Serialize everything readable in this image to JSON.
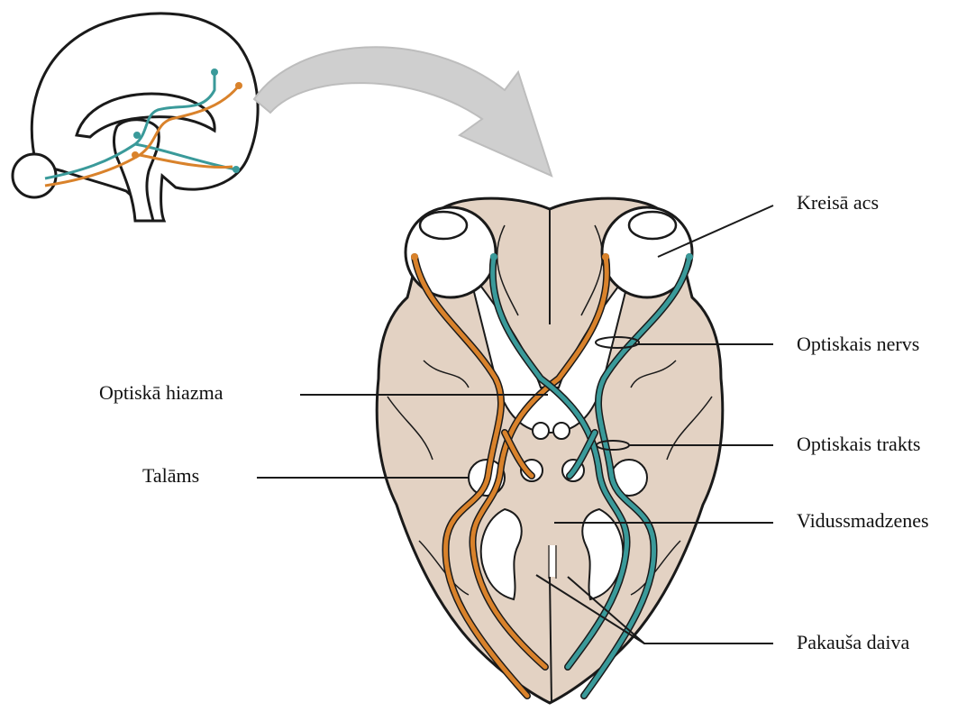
{
  "labels": {
    "left_eye": "Kreisā acs",
    "optic_nerve": "Optiskais nervs",
    "optic_chiasm": "Optiskā hiazma",
    "optic_tract": "Optiskais trakts",
    "thalamus": "Talāms",
    "midbrain": "Vidussmadzenes",
    "occipital_lobe": "Pakauša daiva"
  },
  "colors": {
    "brain_fill": "#e3d2c3",
    "outline": "#1a1a1a",
    "right_visual_pathway": "#d9822b",
    "left_visual_pathway": "#3a9a9a",
    "arrow": "#c8c8c8",
    "background": "#ffffff"
  }
}
